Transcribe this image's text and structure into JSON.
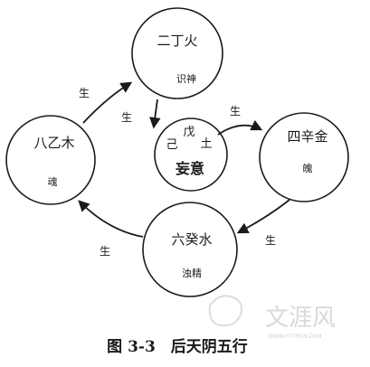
{
  "nodes": {
    "top": {
      "label": "二丁火",
      "sub": "识神"
    },
    "right": {
      "label": "四辛金",
      "sub": "魄"
    },
    "bottom": {
      "label": "六癸水",
      "sub": "浊精"
    },
    "left": {
      "label": "八乙木",
      "sub": "魂"
    },
    "center": {
      "left_mark": "己",
      "top_mark": "戊",
      "right_mark": "土",
      "label": "妄意"
    }
  },
  "arrows": {
    "left_to_top": "生",
    "top_to_center": "生",
    "center_to_right": "生",
    "right_to_bottom": "生",
    "bottom_to_left": "生"
  },
  "caption": "图 3-3　后天阴五行",
  "watermark": {
    "logo_text": "文涯风",
    "url_text": "WWW.HTTPCN.COM"
  }
}
